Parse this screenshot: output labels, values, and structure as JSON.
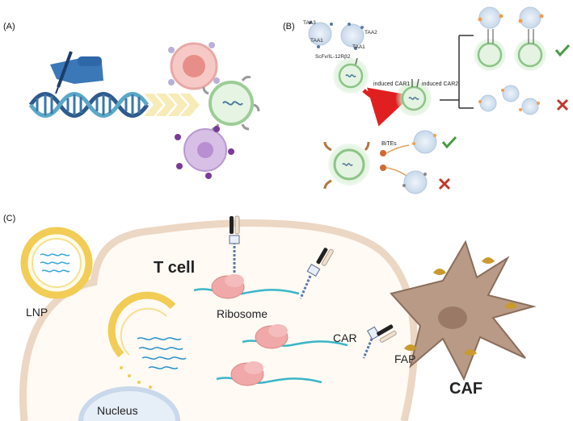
{
  "panel_a": {
    "label": "(A)"
  },
  "panel_b": {
    "label": "(B)",
    "antigens": {
      "taa3": "TAA3",
      "taa1_left": "TAA1",
      "taa2": "TAA2",
      "taa1_right": "TAA1"
    },
    "receptor_label": "ScFv/IL-12Rβ2",
    "induced_car1": "induced CAR1",
    "induced_car2": "induced CAR2",
    "bites_label": "BiTEs",
    "colors": {
      "check": "#4a9a4a",
      "cross": "#c0392b",
      "arrow": "#e02020"
    }
  },
  "panel_c": {
    "label": "(C)",
    "t_cell_label": "T cell",
    "lnp_label": "LNP",
    "ribosome_label": "Ribosome",
    "car_label": "CAR",
    "fap_label": "FAP",
    "caf_label": "CAF",
    "nucleus_label": "Nucleus"
  }
}
